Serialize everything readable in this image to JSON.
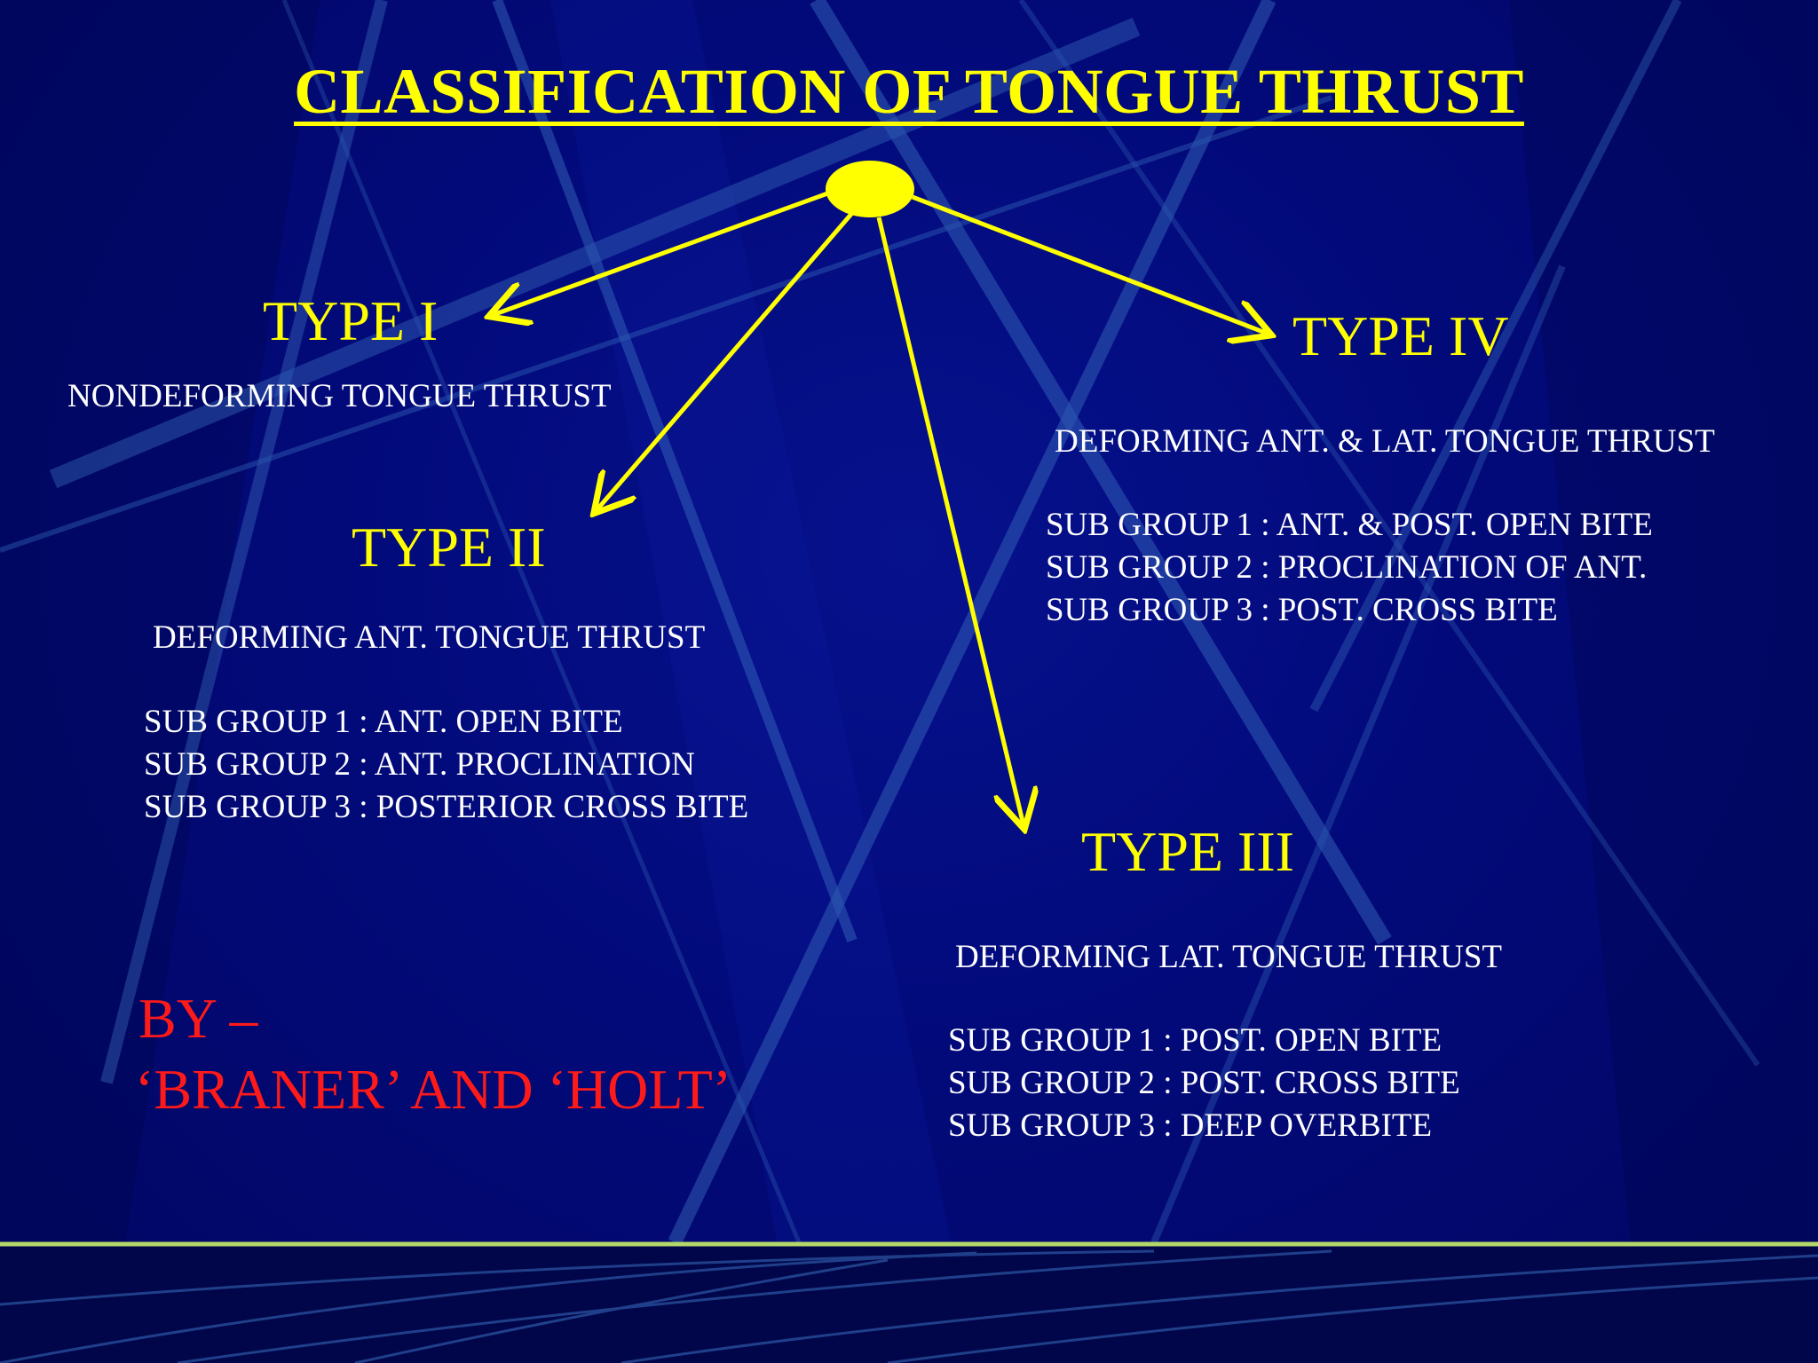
{
  "slide": {
    "title": "CLASSIFICATION OF TONGUE THRUST",
    "types": [
      {
        "label": "TYPE I",
        "description": "NONDEFORMING TONGUE THRUST",
        "subgroups": []
      },
      {
        "label": "TYPE II",
        "description": "DEFORMING ANT.  TONGUE THRUST",
        "subgroups": [
          "SUB GROUP 1 : ANT. OPEN BITE",
          "SUB GROUP 2 : ANT. PROCLINATION",
          "SUB GROUP 3 : POSTERIOR CROSS BITE"
        ]
      },
      {
        "label": "TYPE III",
        "description": "DEFORMING LAT.  TONGUE THRUST",
        "subgroups": [
          "SUB GROUP 1 : POST. OPEN BITE",
          "SUB GROUP 2 : POST. CROSS BITE",
          "SUB GROUP 3 : DEEP OVERBITE"
        ]
      },
      {
        "label": "TYPE IV",
        "description": "DEFORMING ANT. & LAT. TONGUE THRUST",
        "subgroups": [
          "SUB GROUP 1 : ANT. & POST. OPEN BITE",
          "SUB GROUP 2 : PROCLINATION OF ANT.",
          "SUB GROUP 3 : POST. CROSS BITE"
        ]
      }
    ],
    "author": {
      "line1": "BY –",
      "line2": "‘BRANER’ AND ‘HOLT’"
    }
  },
  "colors": {
    "background": "#020a7a",
    "accent": "#ffff00",
    "text": "#ffffff",
    "author": "#ff1a1a",
    "decor_lines": "#3a6fc0",
    "divider": "#b5d86a"
  }
}
